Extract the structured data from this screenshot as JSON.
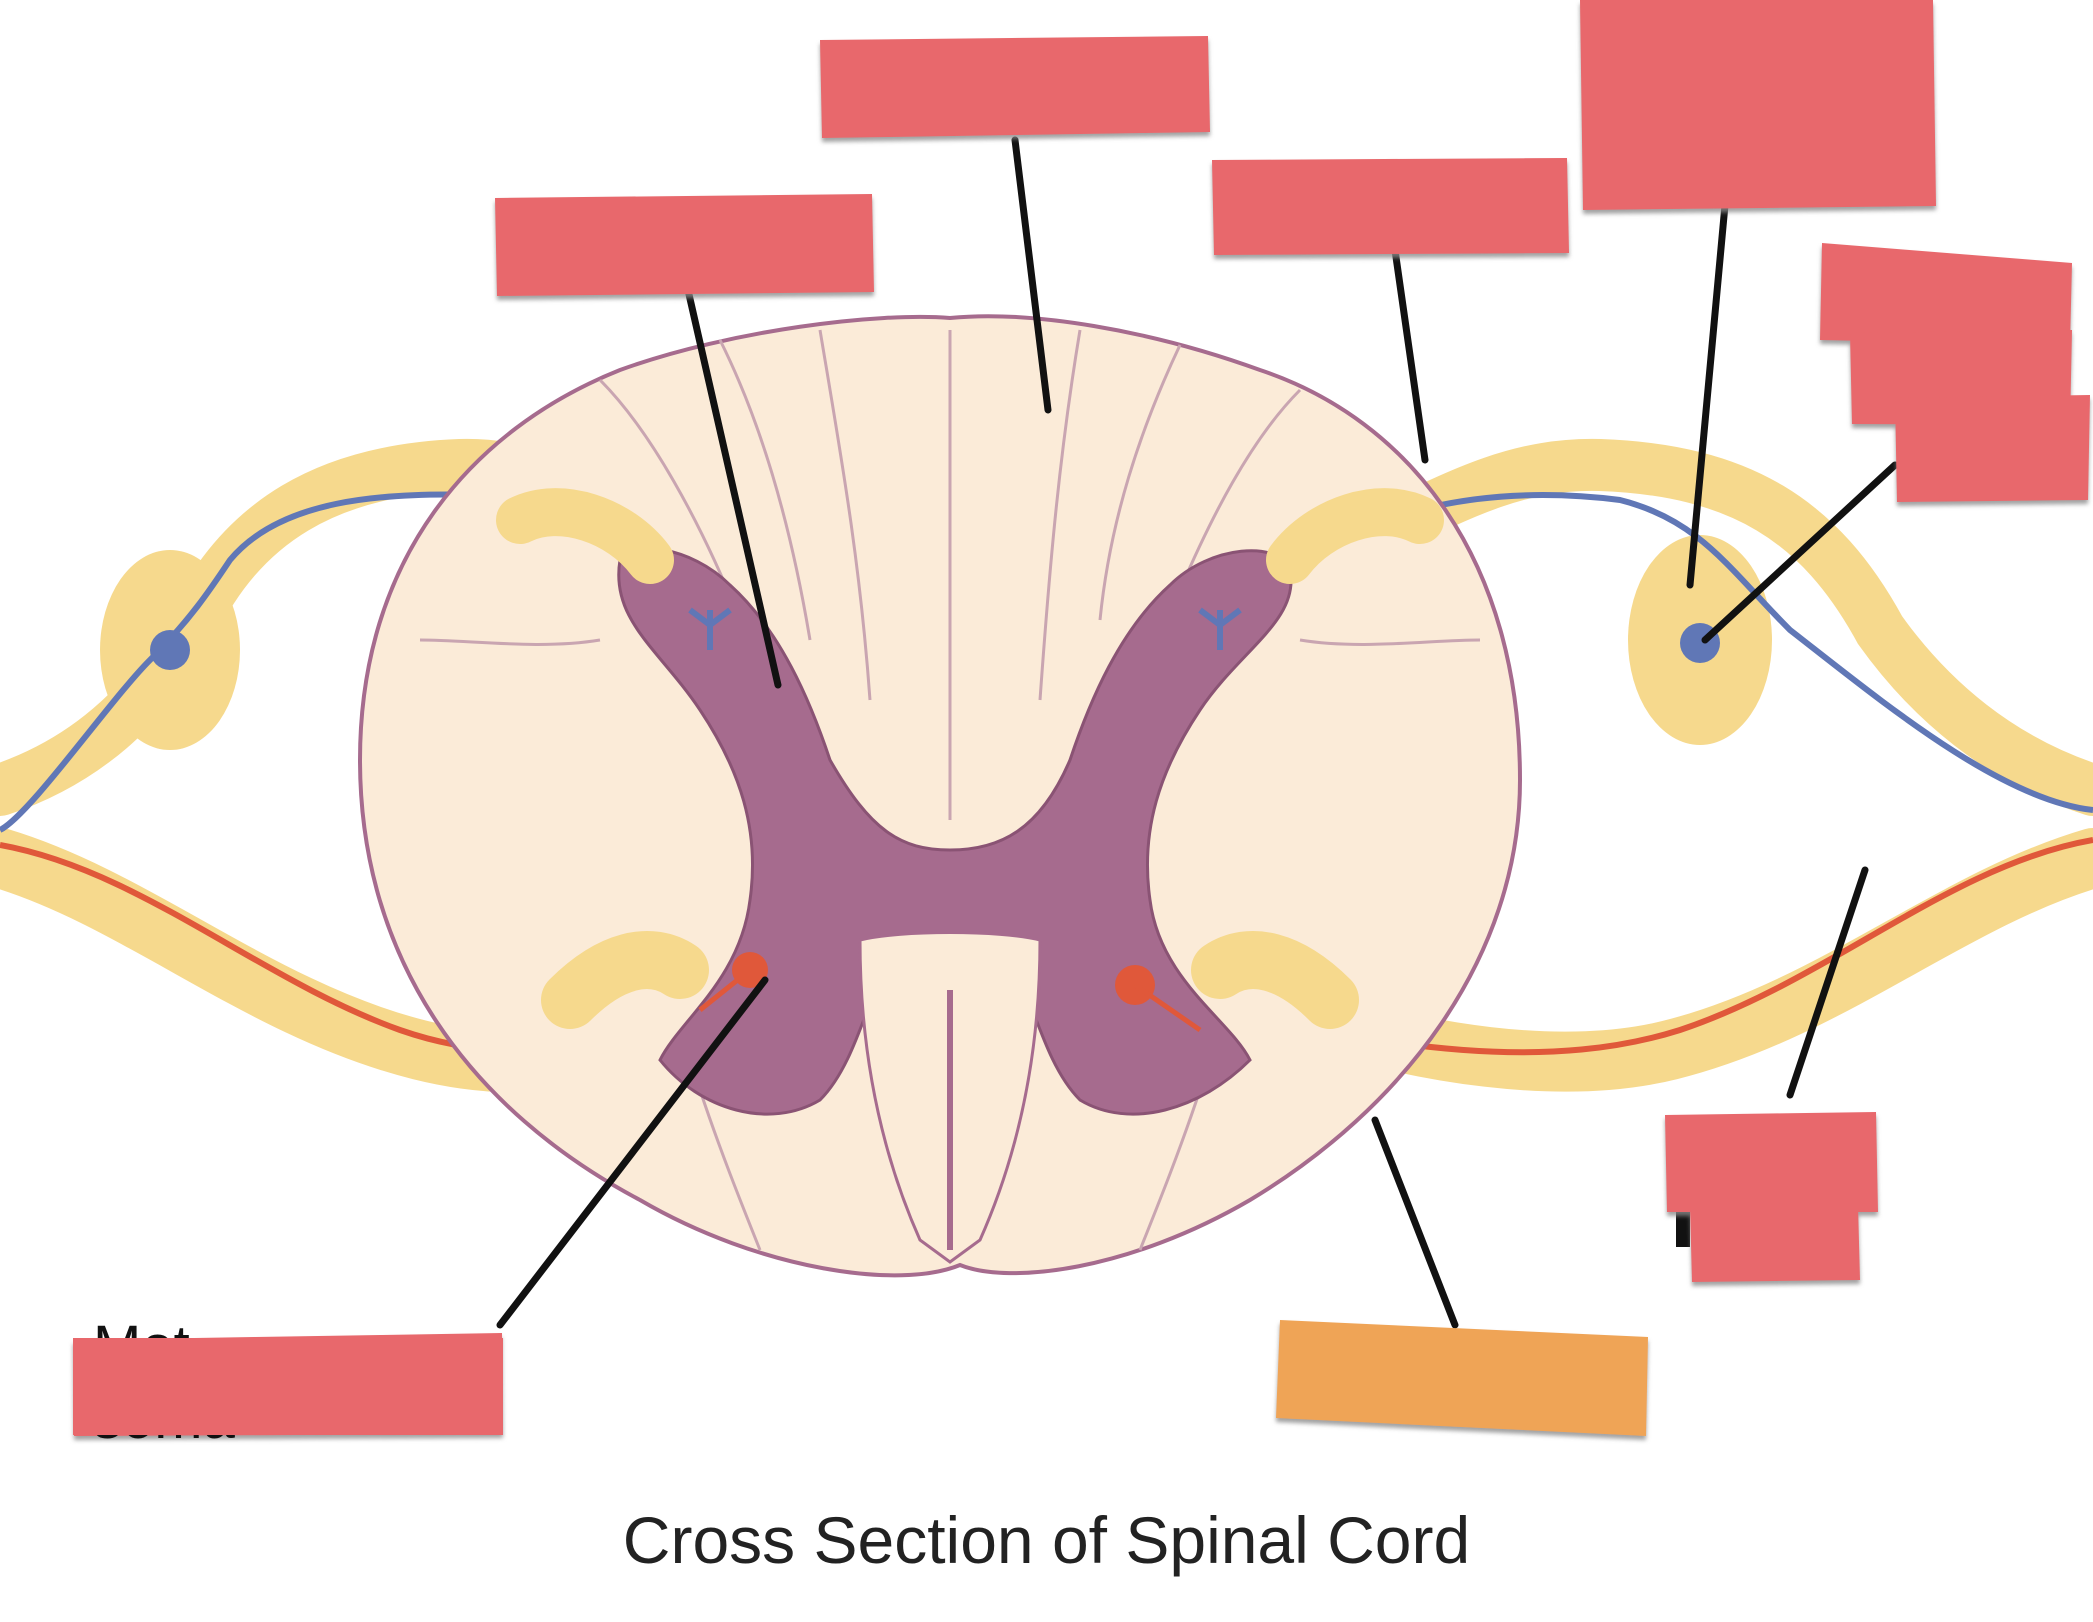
{
  "caption": "Cross Section of Spinal Cord",
  "peek_labels": {
    "motor_top": "Mot",
    "motor_bottom": "soma"
  },
  "colors": {
    "label_fill": "#E8686C",
    "label_fill_selected": "#EFA456",
    "white_matter": "#FBEBD8",
    "gray_matter": "#A66B8E",
    "nerve": "#F6D98D",
    "sensory_neuron": "#6077B6",
    "motor_neuron": "#E0583A"
  },
  "label_boxes": [
    {
      "id": "label-top-center",
      "state": "hidden"
    },
    {
      "id": "label-upper-left",
      "state": "hidden"
    },
    {
      "id": "label-upper-mid-right",
      "state": "hidden"
    },
    {
      "id": "label-top-right",
      "state": "hidden"
    },
    {
      "id": "label-right-stack",
      "state": "hidden"
    },
    {
      "id": "label-lower-right",
      "state": "hidden"
    },
    {
      "id": "label-bottom-left",
      "state": "hidden"
    },
    {
      "id": "label-bottom-center-right",
      "state": "selected"
    }
  ]
}
